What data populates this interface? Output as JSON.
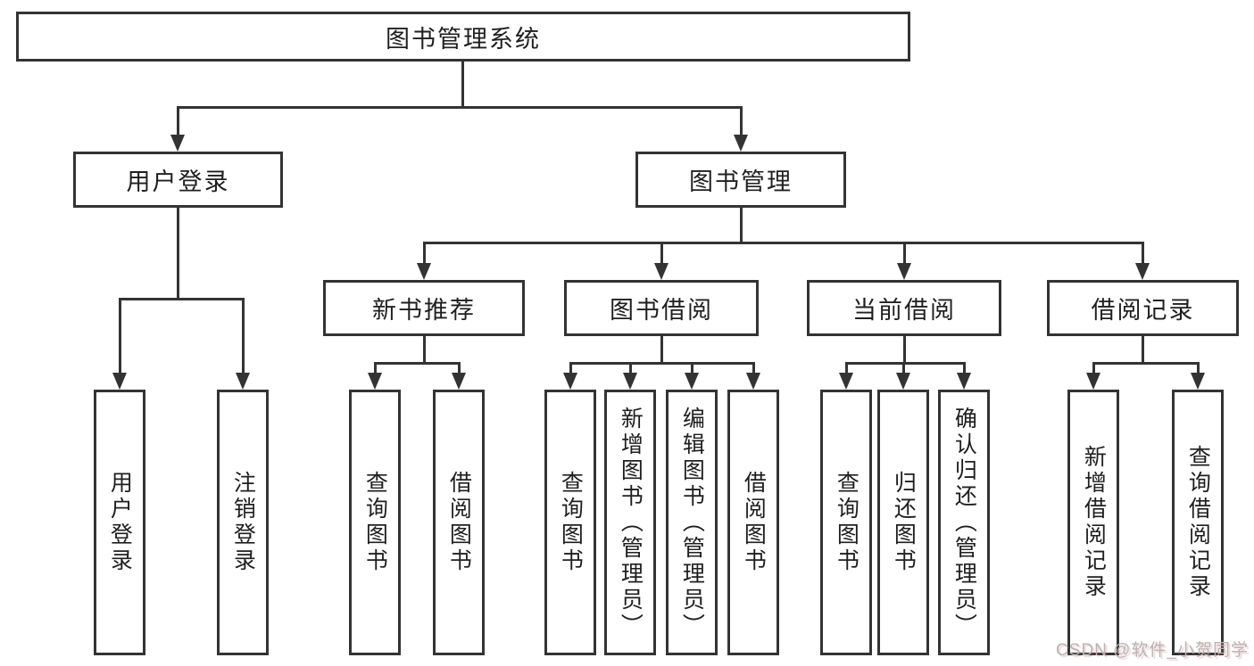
{
  "diagram": {
    "root": {
      "label": "图书管理系统"
    },
    "branches": [
      {
        "label": "用户登录",
        "children": [
          {
            "label": "用户登录"
          },
          {
            "label": "注销登录"
          }
        ]
      },
      {
        "label": "图书管理",
        "children": [
          {
            "label": "新书推荐",
            "children": [
              {
                "label": "查询图书"
              },
              {
                "label": "借阅图书"
              }
            ]
          },
          {
            "label": "图书借阅",
            "children": [
              {
                "label": "查询图书"
              },
              {
                "label": "新增图书（管理员）"
              },
              {
                "label": "编辑图书（管理员）"
              },
              {
                "label": "借阅图书"
              }
            ]
          },
          {
            "label": "当前借阅",
            "children": [
              {
                "label": "查询图书"
              },
              {
                "label": "归还图书"
              },
              {
                "label": "确认归还（管理员）"
              }
            ]
          },
          {
            "label": "借阅记录",
            "children": [
              {
                "label": "新增借阅记录"
              },
              {
                "label": "查询借阅记录"
              }
            ]
          }
        ]
      }
    ]
  },
  "watermark": {
    "text": "CSDN @软件_小贺同学"
  },
  "colors": {
    "line": "#333333",
    "text": "#1f1f1f",
    "background": "#ffffff",
    "watermark": "#b5b5b5"
  }
}
